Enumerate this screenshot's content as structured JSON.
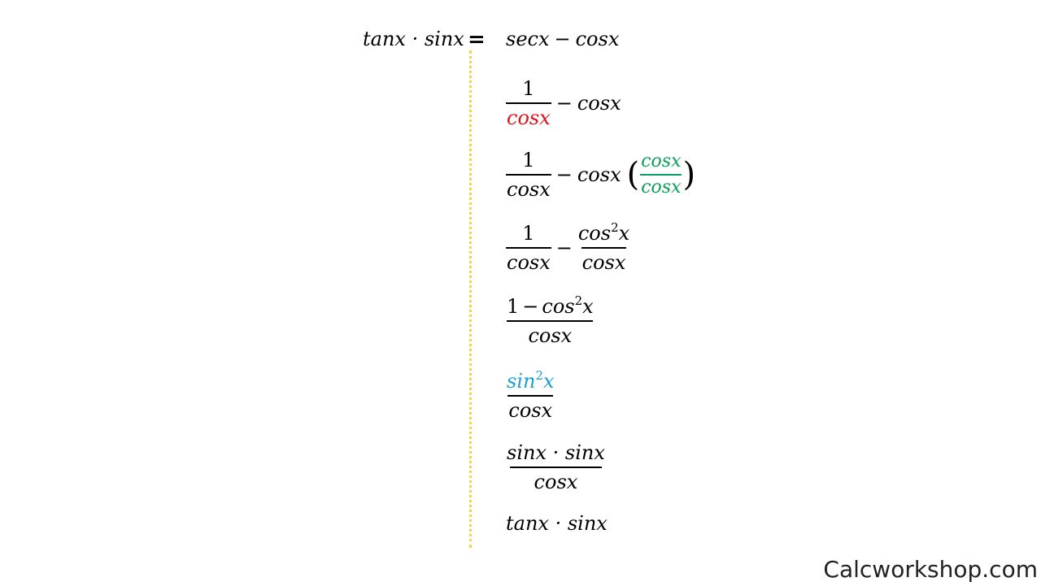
{
  "lhs": {
    "expression": "tanx · sinx",
    "equals": "="
  },
  "steps": {
    "s1": {
      "a": "secx",
      "op": "−",
      "b": "cosx"
    },
    "s2": {
      "num": "1",
      "den": "cosx",
      "op": "−",
      "b": "cosx"
    },
    "s3": {
      "num": "1",
      "den": "cosx",
      "op": "−",
      "b": "cosx",
      "paren_open": "(",
      "paren_close": ")",
      "mult_num": "cosx",
      "mult_den": "cosx"
    },
    "s4": {
      "num1": "1",
      "den1": "cosx",
      "op": "−",
      "num2_base": "cos",
      "num2_exp": "2",
      "num2_var": "x",
      "den2": "cosx"
    },
    "s5": {
      "num_a": "1",
      "num_op": "−",
      "num_base": "cos",
      "num_exp": "2",
      "num_var": "x",
      "den": "cosx"
    },
    "s6": {
      "num_base": "sin",
      "num_exp": "2",
      "num_var": "x",
      "den": "cosx"
    },
    "s7": {
      "num": "sinx · sinx",
      "den": "cosx"
    },
    "s8": {
      "result": "tanx · sinx"
    }
  },
  "colors": {
    "red": "#e3101b",
    "green": "#0a9f5a",
    "blue": "#1a9fd0",
    "divider": "#f0d44a"
  },
  "watermark": "Calcworkshop.com"
}
